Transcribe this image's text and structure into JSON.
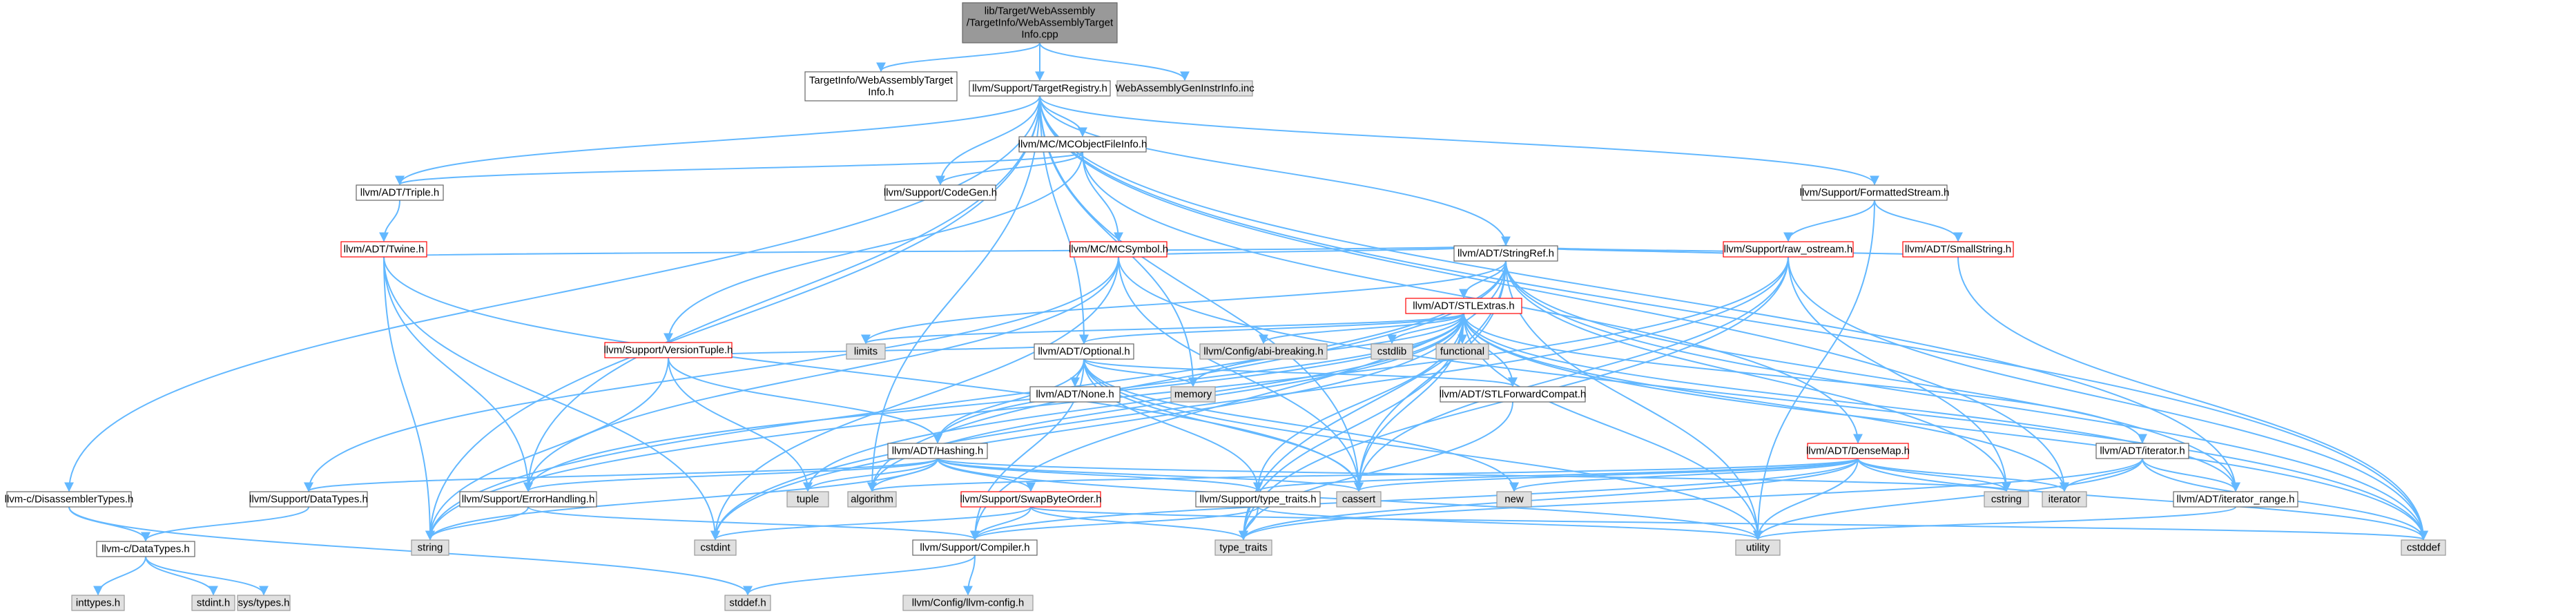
{
  "colors": {
    "edge": "#63b8ff",
    "red_border": "#ff0000",
    "system_fill": "#e0e0e0",
    "root_fill": "#999999"
  },
  "nodes": [
    {
      "id": "root",
      "lines": [
        "lib/Target/WebAssembly",
        "/TargetInfo/WebAssemblyTarget",
        "Info.cpp"
      ],
      "kind": "root"
    },
    {
      "id": "n_tinfo_h",
      "lines": [
        "TargetInfo/WebAssemblyTarget",
        "Info.h"
      ],
      "kind": "normal"
    },
    {
      "id": "n_treg",
      "lines": [
        "llvm/Support/TargetRegistry.h"
      ],
      "kind": "normal"
    },
    {
      "id": "n_geninstr",
      "lines": [
        "WebAssemblyGenInstrInfo.inc"
      ],
      "kind": "sys"
    },
    {
      "id": "n_mcofi",
      "lines": [
        "llvm/MC/MCObjectFileInfo.h"
      ],
      "kind": "normal"
    },
    {
      "id": "n_triple",
      "lines": [
        "llvm/ADT/Triple.h"
      ],
      "kind": "normal"
    },
    {
      "id": "n_codegen",
      "lines": [
        "llvm/Support/CodeGen.h"
      ],
      "kind": "normal"
    },
    {
      "id": "n_fmtstream",
      "lines": [
        "llvm/Support/FormattedStream.h"
      ],
      "kind": "normal"
    },
    {
      "id": "n_twine",
      "lines": [
        "llvm/ADT/Twine.h"
      ],
      "kind": "red"
    },
    {
      "id": "n_mcsym",
      "lines": [
        "llvm/MC/MCSymbol.h"
      ],
      "kind": "red"
    },
    {
      "id": "n_rawos",
      "lines": [
        "llvm/Support/raw_ostream.h"
      ],
      "kind": "red"
    },
    {
      "id": "n_smallstr",
      "lines": [
        "llvm/ADT/SmallString.h"
      ],
      "kind": "red"
    },
    {
      "id": "n_strref",
      "lines": [
        "llvm/ADT/StringRef.h"
      ],
      "kind": "normal"
    },
    {
      "id": "n_vertuple",
      "lines": [
        "llvm/Support/VersionTuple.h"
      ],
      "kind": "red"
    },
    {
      "id": "n_stlextras",
      "lines": [
        "llvm/ADT/STLExtras.h"
      ],
      "kind": "red"
    },
    {
      "id": "n_limits",
      "lines": [
        "limits"
      ],
      "kind": "sys"
    },
    {
      "id": "n_optional",
      "lines": [
        "llvm/ADT/Optional.h"
      ],
      "kind": "normal"
    },
    {
      "id": "n_abibrk",
      "lines": [
        "llvm/Config/abi-breaking.h"
      ],
      "kind": "sys"
    },
    {
      "id": "n_cstdlib",
      "lines": [
        "cstdlib"
      ],
      "kind": "sys"
    },
    {
      "id": "n_functional",
      "lines": [
        "functional"
      ],
      "kind": "sys"
    },
    {
      "id": "n_memory",
      "lines": [
        "memory"
      ],
      "kind": "sys"
    },
    {
      "id": "n_stlfwd",
      "lines": [
        "llvm/ADT/STLForwardCompat.h"
      ],
      "kind": "normal"
    },
    {
      "id": "n_none",
      "lines": [
        "llvm/ADT/None.h"
      ],
      "kind": "normal"
    },
    {
      "id": "n_hashing",
      "lines": [
        "llvm/ADT/Hashing.h"
      ],
      "kind": "normal"
    },
    {
      "id": "n_densemap",
      "lines": [
        "llvm/ADT/DenseMap.h"
      ],
      "kind": "red"
    },
    {
      "id": "n_iterator_h",
      "lines": [
        "llvm/ADT/iterator.h"
      ],
      "kind": "normal"
    },
    {
      "id": "n_iterrange",
      "lines": [
        "llvm/ADT/iterator_range.h"
      ],
      "kind": "normal"
    },
    {
      "id": "n_disasm",
      "lines": [
        "llvm-c/DisassemblerTypes.h"
      ],
      "kind": "normal"
    },
    {
      "id": "n_datatypes",
      "lines": [
        "llvm/Support/DataTypes.h"
      ],
      "kind": "normal"
    },
    {
      "id": "n_errhand",
      "lines": [
        "llvm/Support/ErrorHandling.h"
      ],
      "kind": "normal"
    },
    {
      "id": "n_tuple",
      "lines": [
        "tuple"
      ],
      "kind": "sys"
    },
    {
      "id": "n_algorithm",
      "lines": [
        "algorithm"
      ],
      "kind": "sys"
    },
    {
      "id": "n_swapbyte",
      "lines": [
        "llvm/Support/SwapByteOrder.h"
      ],
      "kind": "red"
    },
    {
      "id": "n_typetraits_h",
      "lines": [
        "llvm/Support/type_traits.h"
      ],
      "kind": "normal"
    },
    {
      "id": "n_cassert",
      "lines": [
        "cassert"
      ],
      "kind": "sys"
    },
    {
      "id": "n_new",
      "lines": [
        "new"
      ],
      "kind": "sys"
    },
    {
      "id": "n_cstring",
      "lines": [
        "cstring"
      ],
      "kind": "sys"
    },
    {
      "id": "n_iterator",
      "lines": [
        "iterator"
      ],
      "kind": "sys"
    },
    {
      "id": "n_cdatatypes",
      "lines": [
        "llvm-c/DataTypes.h"
      ],
      "kind": "normal"
    },
    {
      "id": "n_string",
      "lines": [
        "string"
      ],
      "kind": "sys"
    },
    {
      "id": "n_cstdint",
      "lines": [
        "cstdint"
      ],
      "kind": "sys"
    },
    {
      "id": "n_compiler",
      "lines": [
        "llvm/Support/Compiler.h"
      ],
      "kind": "normal"
    },
    {
      "id": "n_typetraits",
      "lines": [
        "type_traits"
      ],
      "kind": "sys"
    },
    {
      "id": "n_utility",
      "lines": [
        "utility"
      ],
      "kind": "sys"
    },
    {
      "id": "n_cstddef",
      "lines": [
        "cstddef"
      ],
      "kind": "sys"
    },
    {
      "id": "n_inttypes",
      "lines": [
        "inttypes.h"
      ],
      "kind": "sys"
    },
    {
      "id": "n_stdint",
      "lines": [
        "stdint.h"
      ],
      "kind": "sys"
    },
    {
      "id": "n_systypes",
      "lines": [
        "sys/types.h"
      ],
      "kind": "sys"
    },
    {
      "id": "n_stddef",
      "lines": [
        "stddef.h"
      ],
      "kind": "sys"
    },
    {
      "id": "n_llvmconfig",
      "lines": [
        "llvm/Config/llvm-config.h"
      ],
      "kind": "sys"
    }
  ],
  "edges": [
    [
      "root",
      "n_tinfo_h"
    ],
    [
      "root",
      "n_treg"
    ],
    [
      "root",
      "n_geninstr"
    ],
    [
      "n_treg",
      "n_mcofi"
    ],
    [
      "n_treg",
      "n_triple"
    ],
    [
      "n_treg",
      "n_codegen"
    ],
    [
      "n_treg",
      "n_fmtstream"
    ],
    [
      "n_treg",
      "n_strref"
    ],
    [
      "n_treg",
      "n_optional"
    ],
    [
      "n_treg",
      "n_disasm"
    ],
    [
      "n_treg",
      "n_errhand"
    ],
    [
      "n_treg",
      "n_iterrange"
    ],
    [
      "n_treg",
      "n_cassert"
    ],
    [
      "n_treg",
      "n_cstddef"
    ],
    [
      "n_treg",
      "n_iterator"
    ],
    [
      "n_treg",
      "n_memory"
    ],
    [
      "n_treg",
      "n_string"
    ],
    [
      "n_treg",
      "n_algorithm"
    ],
    [
      "n_mcofi",
      "n_triple"
    ],
    [
      "n_mcofi",
      "n_codegen"
    ],
    [
      "n_mcofi",
      "n_mcsym"
    ],
    [
      "n_mcofi",
      "n_vertuple"
    ],
    [
      "n_mcofi",
      "n_densemap"
    ],
    [
      "n_triple",
      "n_twine"
    ],
    [
      "n_twine",
      "n_strref"
    ],
    [
      "n_twine",
      "n_errhand"
    ],
    [
      "n_twine",
      "n_cassert"
    ],
    [
      "n_twine",
      "n_cstdint"
    ],
    [
      "n_twine",
      "n_string"
    ],
    [
      "n_fmtstream",
      "n_rawos"
    ],
    [
      "n_fmtstream",
      "n_smallstr"
    ],
    [
      "n_fmtstream",
      "n_utility"
    ],
    [
      "n_mcsym",
      "n_strref"
    ],
    [
      "n_mcsym",
      "n_errhand"
    ],
    [
      "n_mcsym",
      "n_datatypes"
    ],
    [
      "n_mcsym",
      "n_cassert"
    ],
    [
      "n_mcsym",
      "n_cstddef"
    ],
    [
      "n_mcsym",
      "n_cstdint"
    ],
    [
      "n_rawos",
      "n_strref"
    ],
    [
      "n_rawos",
      "n_cassert"
    ],
    [
      "n_rawos",
      "n_cstddef"
    ],
    [
      "n_rawos",
      "n_cstdint"
    ],
    [
      "n_rawos",
      "n_cstring"
    ],
    [
      "n_rawos",
      "n_string"
    ],
    [
      "n_rawos",
      "n_typetraits"
    ],
    [
      "n_smallstr",
      "n_strref"
    ],
    [
      "n_smallstr",
      "n_cstddef"
    ],
    [
      "n_strref",
      "n_stlextras"
    ],
    [
      "n_strref",
      "n_compiler"
    ],
    [
      "n_strref",
      "n_algorithm"
    ],
    [
      "n_strref",
      "n_cassert"
    ],
    [
      "n_strref",
      "n_cstddef"
    ],
    [
      "n_strref",
      "n_cstring"
    ],
    [
      "n_strref",
      "n_limits"
    ],
    [
      "n_strref",
      "n_string"
    ],
    [
      "n_strref",
      "n_typetraits"
    ],
    [
      "n_strref",
      "n_utility"
    ],
    [
      "n_strref",
      "n_iterrange"
    ],
    [
      "n_vertuple",
      "n_optional"
    ],
    [
      "n_vertuple",
      "n_hashing"
    ],
    [
      "n_vertuple",
      "n_string"
    ],
    [
      "n_vertuple",
      "n_tuple"
    ],
    [
      "n_stlextras",
      "n_optional"
    ],
    [
      "n_stlextras",
      "n_stlfwd"
    ],
    [
      "n_stlextras",
      "n_hashing"
    ],
    [
      "n_stlextras",
      "n_abibrk"
    ],
    [
      "n_stlextras",
      "n_cstdlib"
    ],
    [
      "n_stlextras",
      "n_functional"
    ],
    [
      "n_stlextras",
      "n_memory"
    ],
    [
      "n_stlextras",
      "n_limits"
    ],
    [
      "n_stlextras",
      "n_iterator_h"
    ],
    [
      "n_stlextras",
      "n_iterrange"
    ],
    [
      "n_stlextras",
      "n_errhand"
    ],
    [
      "n_stlextras",
      "n_typetraits_h"
    ],
    [
      "n_stlextras",
      "n_algorithm"
    ],
    [
      "n_stlextras",
      "n_cassert"
    ],
    [
      "n_stlextras",
      "n_cstddef"
    ],
    [
      "n_stlextras",
      "n_cstdint"
    ],
    [
      "n_stlextras",
      "n_iterator"
    ],
    [
      "n_stlextras",
      "n_tuple"
    ],
    [
      "n_stlextras",
      "n_utility"
    ],
    [
      "n_stlextras",
      "n_typetraits"
    ],
    [
      "n_optional",
      "n_none"
    ],
    [
      "n_optional",
      "n_hashing"
    ],
    [
      "n_optional",
      "n_stlfwd"
    ],
    [
      "n_optional",
      "n_typetraits_h"
    ],
    [
      "n_optional",
      "n_compiler"
    ],
    [
      "n_optional",
      "n_cassert"
    ],
    [
      "n_optional",
      "n_memory"
    ],
    [
      "n_optional",
      "n_new"
    ],
    [
      "n_optional",
      "n_utility"
    ],
    [
      "n_hashing",
      "n_datatypes"
    ],
    [
      "n_hashing",
      "n_errhand"
    ],
    [
      "n_hashing",
      "n_swapbyte"
    ],
    [
      "n_hashing",
      "n_typetraits_h"
    ],
    [
      "n_hashing",
      "n_algorithm"
    ],
    [
      "n_hashing",
      "n_cassert"
    ],
    [
      "n_hashing",
      "n_cstring"
    ],
    [
      "n_hashing",
      "n_string"
    ],
    [
      "n_hashing",
      "n_tuple"
    ],
    [
      "n_hashing",
      "n_utility"
    ],
    [
      "n_stlfwd",
      "n_typetraits"
    ],
    [
      "n_densemap",
      "n_compiler"
    ],
    [
      "n_densemap",
      "n_typetraits_h"
    ],
    [
      "n_densemap",
      "n_algorithm"
    ],
    [
      "n_densemap",
      "n_cassert"
    ],
    [
      "n_densemap",
      "n_cstddef"
    ],
    [
      "n_densemap",
      "n_cstring"
    ],
    [
      "n_densemap",
      "n_iterator"
    ],
    [
      "n_densemap",
      "n_new"
    ],
    [
      "n_densemap",
      "n_typetraits"
    ],
    [
      "n_densemap",
      "n_utility"
    ],
    [
      "n_iterator_h",
      "n_iterrange"
    ],
    [
      "n_iterator_h",
      "n_cstddef"
    ],
    [
      "n_iterator_h",
      "n_iterator"
    ],
    [
      "n_iterator_h",
      "n_typetraits"
    ],
    [
      "n_iterator_h",
      "n_utility"
    ],
    [
      "n_iterrange",
      "n_utility"
    ],
    [
      "n_disasm",
      "n_cdatatypes"
    ],
    [
      "n_disasm",
      "n_stddef"
    ],
    [
      "n_datatypes",
      "n_cdatatypes"
    ],
    [
      "n_cdatatypes",
      "n_inttypes"
    ],
    [
      "n_cdatatypes",
      "n_stdint"
    ],
    [
      "n_cdatatypes",
      "n_systypes"
    ],
    [
      "n_errhand",
      "n_compiler"
    ],
    [
      "n_errhand",
      "n_string"
    ],
    [
      "n_swapbyte",
      "n_compiler"
    ],
    [
      "n_swapbyte",
      "n_cstddef"
    ],
    [
      "n_swapbyte",
      "n_cstdint"
    ],
    [
      "n_swapbyte",
      "n_typetraits"
    ],
    [
      "n_typetraits_h",
      "n_compiler"
    ],
    [
      "n_typetraits_h",
      "n_typetraits"
    ],
    [
      "n_typetraits_h",
      "n_utility"
    ],
    [
      "n_compiler",
      "n_llvmconfig"
    ],
    [
      "n_compiler",
      "n_stddef"
    ]
  ]
}
